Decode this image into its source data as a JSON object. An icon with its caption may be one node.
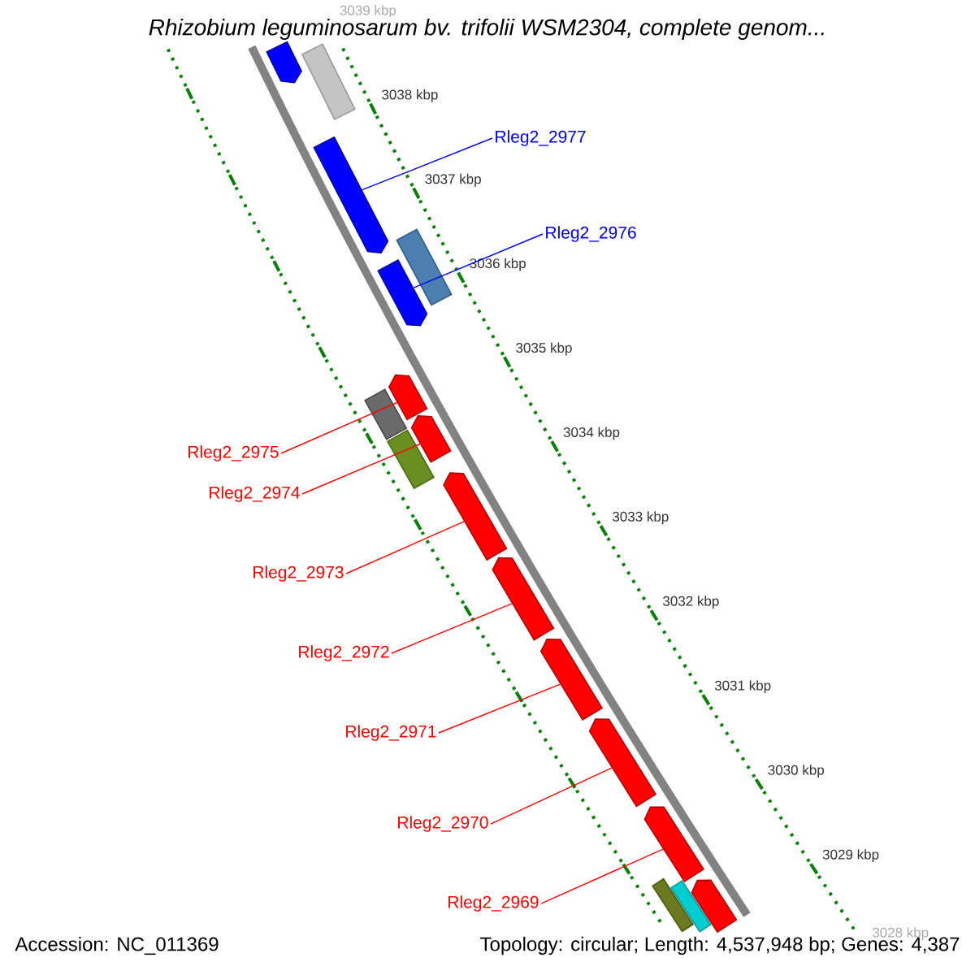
{
  "diagram": {
    "title": "Rhizobium leguminosarum bv. trifolii WSM2304, complete genom...",
    "nodes": [
      {
        "text": [
          "Rleg2_2977"
        ]
      },
      {
        "text": [
          "Rleg2_2976"
        ]
      },
      {
        "text": [
          "Rleg2_2975"
        ]
      },
      {
        "text": [
          "Rleg2_2974"
        ]
      },
      {
        "text": [
          "Rleg2_2973"
        ]
      },
      {
        "text": [
          "Rleg2_2972"
        ]
      },
      {
        "text": [
          "Rleg2_2971"
        ]
      },
      {
        "text": [
          "Rleg2_2970"
        ]
      },
      {
        "text": [
          "Rleg2_2969"
        ]
      },
      {
        "text": [],
        "shape": "arrow"
      },
      {
        "text": [],
        "shape": "bar"
      },
      {
        "text": [],
        "shape": "arrow"
      },
      {
        "text": [],
        "shape": "bar"
      },
      {
        "text": [],
        "shape": "arrow"
      },
      {
        "text": [],
        "shape": "arrow"
      },
      {
        "text": [],
        "shape": "bar"
      },
      {
        "text": [],
        "shape": "arrow"
      },
      {
        "text": [],
        "shape": "bar"
      },
      {
        "text": [],
        "shape": "arrow"
      },
      {
        "text": [],
        "shape": "arrow"
      },
      {
        "text": [],
        "shape": "arrow"
      },
      {
        "text": [],
        "shape": "arrow"
      },
      {
        "text": [],
        "shape": "arrow"
      },
      {
        "text": [],
        "shape": "arrow"
      },
      {
        "text": [],
        "shape": "bar"
      },
      {
        "text": [],
        "shape": "bar"
      }
    ],
    "edges": [
      {
        "from": 0,
        "to": 11,
        "arrow": "none",
        "color": "#0000ff"
      },
      {
        "from": 1,
        "to": 13,
        "arrow": "none",
        "color": "#0000ff"
      },
      {
        "from": 2,
        "to": 14,
        "arrow": "none"
      },
      {
        "from": 3,
        "to": 16,
        "arrow": "none"
      },
      {
        "from": 4,
        "to": 18,
        "arrow": "none"
      },
      {
        "from": 5,
        "to": 19,
        "arrow": "none"
      },
      {
        "from": 6,
        "to": 20,
        "arrow": "none"
      },
      {
        "from": 7,
        "to": 21,
        "arrow": "none"
      },
      {
        "from": 8,
        "to": 22,
        "arrow": "none"
      }
    ],
    "labels": [
      "3039 kbp",
      "3038 kbp",
      "3037 kbp",
      "3036 kbp",
      "3035 kbp",
      "3034 kbp",
      "3033 kbp",
      "3032 kbp",
      "3031 kbp",
      "3030 kbp",
      "3029 kbp",
      "3028 kbp",
      "Accession: NC_011369",
      "Topology: circular; Length: 4,537,948 bp; Genes: 4,387"
    ]
  }
}
